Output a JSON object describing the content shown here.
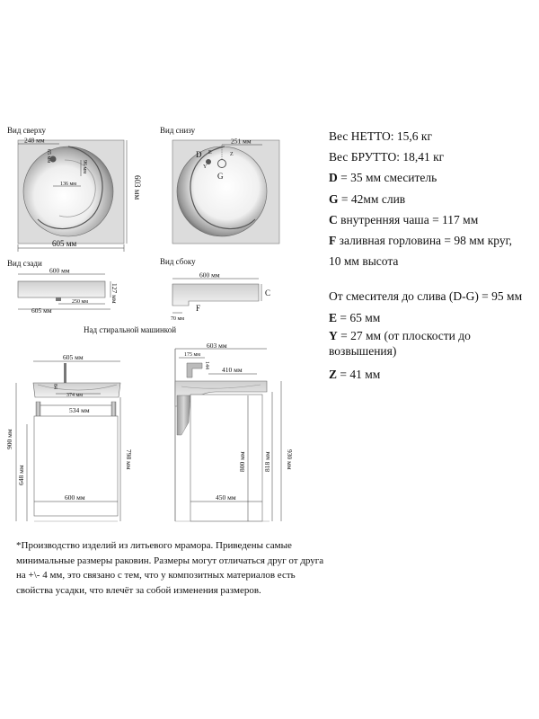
{
  "views": {
    "top": {
      "title": "Вид сверху",
      "dim_248": "248 мм",
      "dim_605": "605 мм",
      "dim_603": "603 мм",
      "dim_65": "65 мм",
      "dim_96": "96 мм",
      "dim_136": "136 мм"
    },
    "bottom": {
      "title": "Вид снизу",
      "dim_251": "251 мм",
      "letter_d": "D",
      "letter_e": "E",
      "letter_y": "Y",
      "letter_z": "Z",
      "letter_g": "G"
    },
    "back": {
      "title": "Вид сзади",
      "dim_600": "600 мм",
      "dim_127": "127 мм",
      "dim_250": "250 мм",
      "dim_605": "605 мм"
    },
    "side": {
      "title": "Вид сбоку",
      "dim_600": "600 мм",
      "letter_c": "C",
      "letter_f": "F",
      "dim_70": "70 мм"
    }
  },
  "washer": {
    "title": "Над стиральной машинкой",
    "front": {
      "dim_605": "605 мм",
      "dim_84": "84",
      "dim_374": "374 мм",
      "dim_534": "534 мм",
      "dim_900": "900 мм",
      "dim_648": "648 мм",
      "dim_798": "798 мм",
      "dim_600": "600 мм"
    },
    "side": {
      "dim_603": "603 мм",
      "dim_175": "175 мм",
      "dim_144": "144",
      "dim_410": "410 мм",
      "dim_800": "800 мм",
      "dim_818": "818 мм",
      "dim_930": "930 мм",
      "dim_450": "450 мм"
    }
  },
  "specs": {
    "net_weight": "Вес НЕТТО: 15,6 кг",
    "gross_weight": "Вес БРУТТО: 18,41 кг",
    "d_letter": "D",
    "d_text": " = 35 мм смеситель",
    "g_letter": "G",
    "g_text": " = 42мм слив",
    "c_letter": "C",
    "c_text": " внутренняя чаша = 117 мм",
    "f_letter": "F",
    "f_text": " заливная горловина = 98 мм круг,",
    "f_text2": "10 мм высота",
    "dg_text": "От смесителя до слива (D-G) = 95 мм",
    "e_letter": "E",
    "e_text": " = 65 мм",
    "y_letter": "Y",
    "y_text": " = 27 мм (от плоскости до возвышения)",
    "z_letter": "Z",
    "z_text": " = 41 мм"
  },
  "footnote": "*Производство изделий из литьевого мрамора. Приведены самые минимальные размеры раковин. Размеры могут отличаться друг от друга на +\\- 4 мм, это связано с тем, что у композитных материалов есть свойства усадки, что влечёт за собой изменения размеров.",
  "colors": {
    "panel_gray": "#dcdcdc",
    "basin_dark": "#8c8c8c",
    "line": "#333333"
  }
}
